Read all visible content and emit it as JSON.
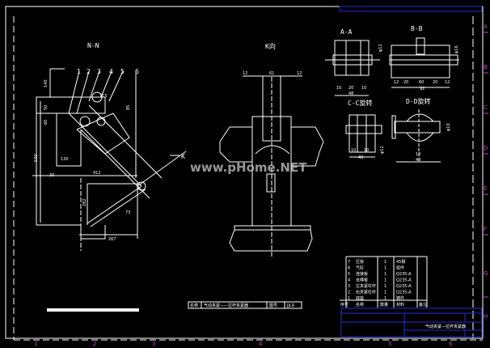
{
  "drawing": {
    "watermark": "www.pHome.NET",
    "views": {
      "nn": {
        "title": "N-N",
        "part_numbers": [
          "1",
          "2",
          "3",
          "4",
          "5",
          "6"
        ],
        "arrow_label": "K",
        "dims": [
          "140",
          "50",
          "60",
          "115",
          "85",
          "530",
          "130",
          "30",
          "412",
          "282",
          "73",
          "267"
        ]
      },
      "k": {
        "title": "K向",
        "dims": [
          "12",
          "61",
          "12"
        ]
      },
      "aa": {
        "title": "A-A",
        "dims": [
          "φ12",
          "10",
          "20",
          "10",
          "48"
        ]
      },
      "bb": {
        "title": "B-B",
        "dims": [
          "φ16",
          "12",
          "20",
          "60",
          "20",
          "12",
          "92"
        ]
      },
      "cc": {
        "title": "C-C旋转",
        "dims": [
          "φ12",
          "10",
          "10",
          "48"
        ]
      },
      "dd": {
        "title": "D-D旋转",
        "dims": [
          "φ10",
          "10",
          "40"
        ]
      }
    },
    "parts_list": {
      "headers": [
        "序号",
        "名称",
        "数量",
        "材料",
        "备注"
      ],
      "rows": [
        {
          "no": "7",
          "name": "压板",
          "qty": "1",
          "material": "45钢"
        },
        {
          "no": "6",
          "name": "气缸",
          "qty": "1",
          "material": "组件"
        },
        {
          "no": "5",
          "name": "连接板",
          "qty": "1",
          "material": "Q235-A"
        },
        {
          "no": "4",
          "name": "支撑板",
          "qty": "1",
          "material": "Q235-A"
        },
        {
          "no": "3",
          "name": "左夹紧杠杆",
          "qty": "1",
          "material": "Q235-A"
        },
        {
          "no": "2",
          "name": "右夹紧杠杆",
          "qty": "1",
          "material": "Q235-A"
        },
        {
          "no": "1",
          "name": "底座",
          "qty": "1",
          "material": "铸件"
        }
      ]
    },
    "name_bar": {
      "label": "名称",
      "value": "气动夹紧——拉杆夹紧器",
      "code_label": "图号",
      "code": "JJL9"
    },
    "title_block": {
      "title": "气动夹紧—拉杆夹紧器"
    },
    "zones_right": [
      "A",
      "B",
      "C",
      "D",
      "E",
      "F",
      "G",
      "H"
    ],
    "zones_bottom": [
      "1",
      "2",
      "3",
      "4",
      "5",
      "6"
    ],
    "colors": {
      "background": "#000000",
      "lines": "#ffffff",
      "frame_blue": "#2a2ad8",
      "zone_magenta": "#c040c0"
    }
  }
}
